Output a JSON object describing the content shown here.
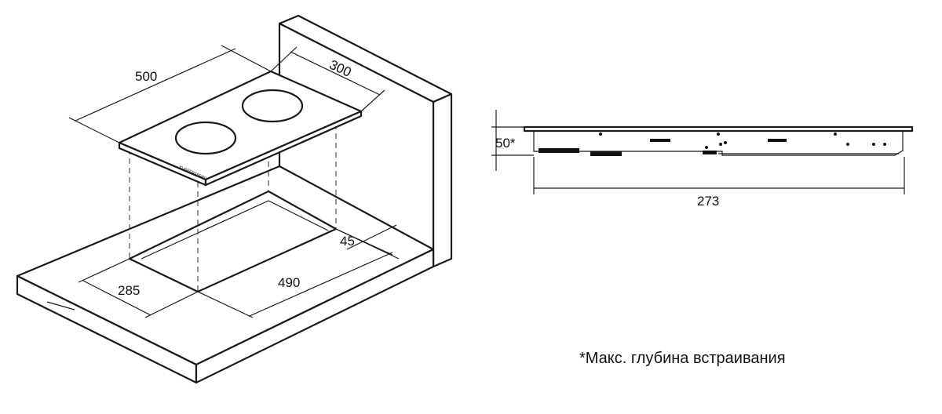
{
  "dimensions": {
    "hob_width": "500",
    "hob_depth": "300",
    "cutout_depth": "285",
    "cutout_width": "490",
    "edge_offset": "45",
    "install_depth": "50*",
    "side_width": "273"
  },
  "hob_brand_label": "KUPPERSBERG",
  "footnote": "*Макс. глубина встраивания"
}
